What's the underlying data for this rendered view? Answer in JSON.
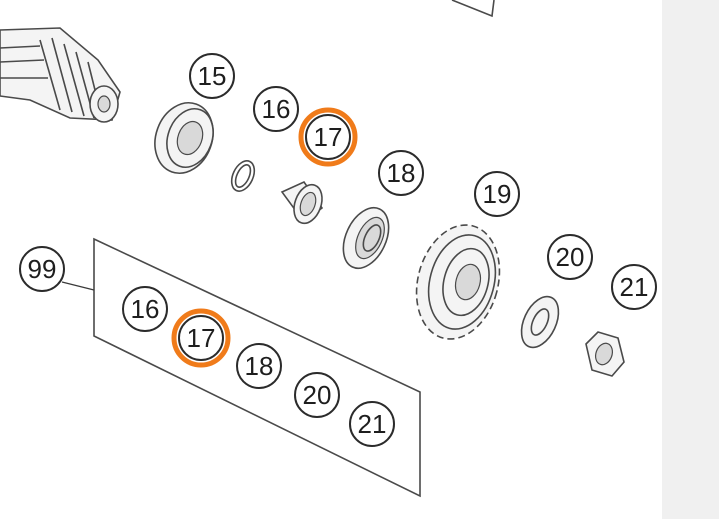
{
  "diagram": {
    "callouts": {
      "c15": "15",
      "c16": "16",
      "c17": "17",
      "c18": "18",
      "c19": "19",
      "c20": "20",
      "c21": "21",
      "c99": "99"
    },
    "kit": {
      "items": [
        "16",
        "17",
        "18",
        "20",
        "21"
      ]
    },
    "highlight_color": "#f07b1a",
    "line_color": "#4a4a4a"
  }
}
